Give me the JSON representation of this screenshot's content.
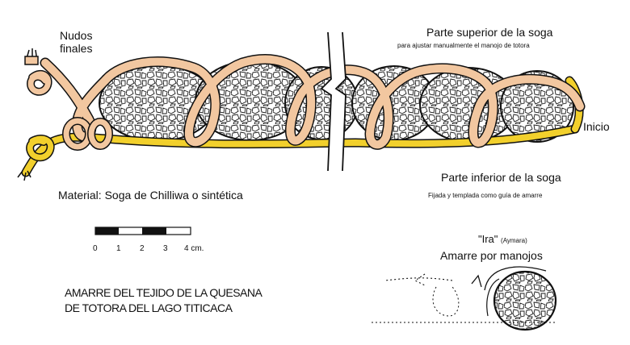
{
  "labels": {
    "knots": "Nudos finales",
    "top_rope": "Parte superior de la soga",
    "top_rope_note": "para ajustar manualmente el manojo de totora",
    "start": "Inicio",
    "bottom_rope": "Parte inferior de la soga",
    "bottom_rope_note": "Fijada y templada como guía de amarre",
    "material": "Material: Soga de Chilliwa o sintética",
    "ira": "\"Ira\"",
    "ira_lang": "(Aymara)",
    "bundle_tie": "Amarre por manojos",
    "title_line1": "AMARRE DEL TEJIDO DE LA QUESANA",
    "title_line2": "DE TOTORA DEL LAGO TITICACA"
  },
  "scale": {
    "ticks": [
      "0",
      "1",
      "2",
      "3",
      "4 cm."
    ]
  },
  "colors": {
    "rope_top": "#F2C7A0",
    "rope_bottom": "#F2D02C",
    "outline": "#111111"
  }
}
